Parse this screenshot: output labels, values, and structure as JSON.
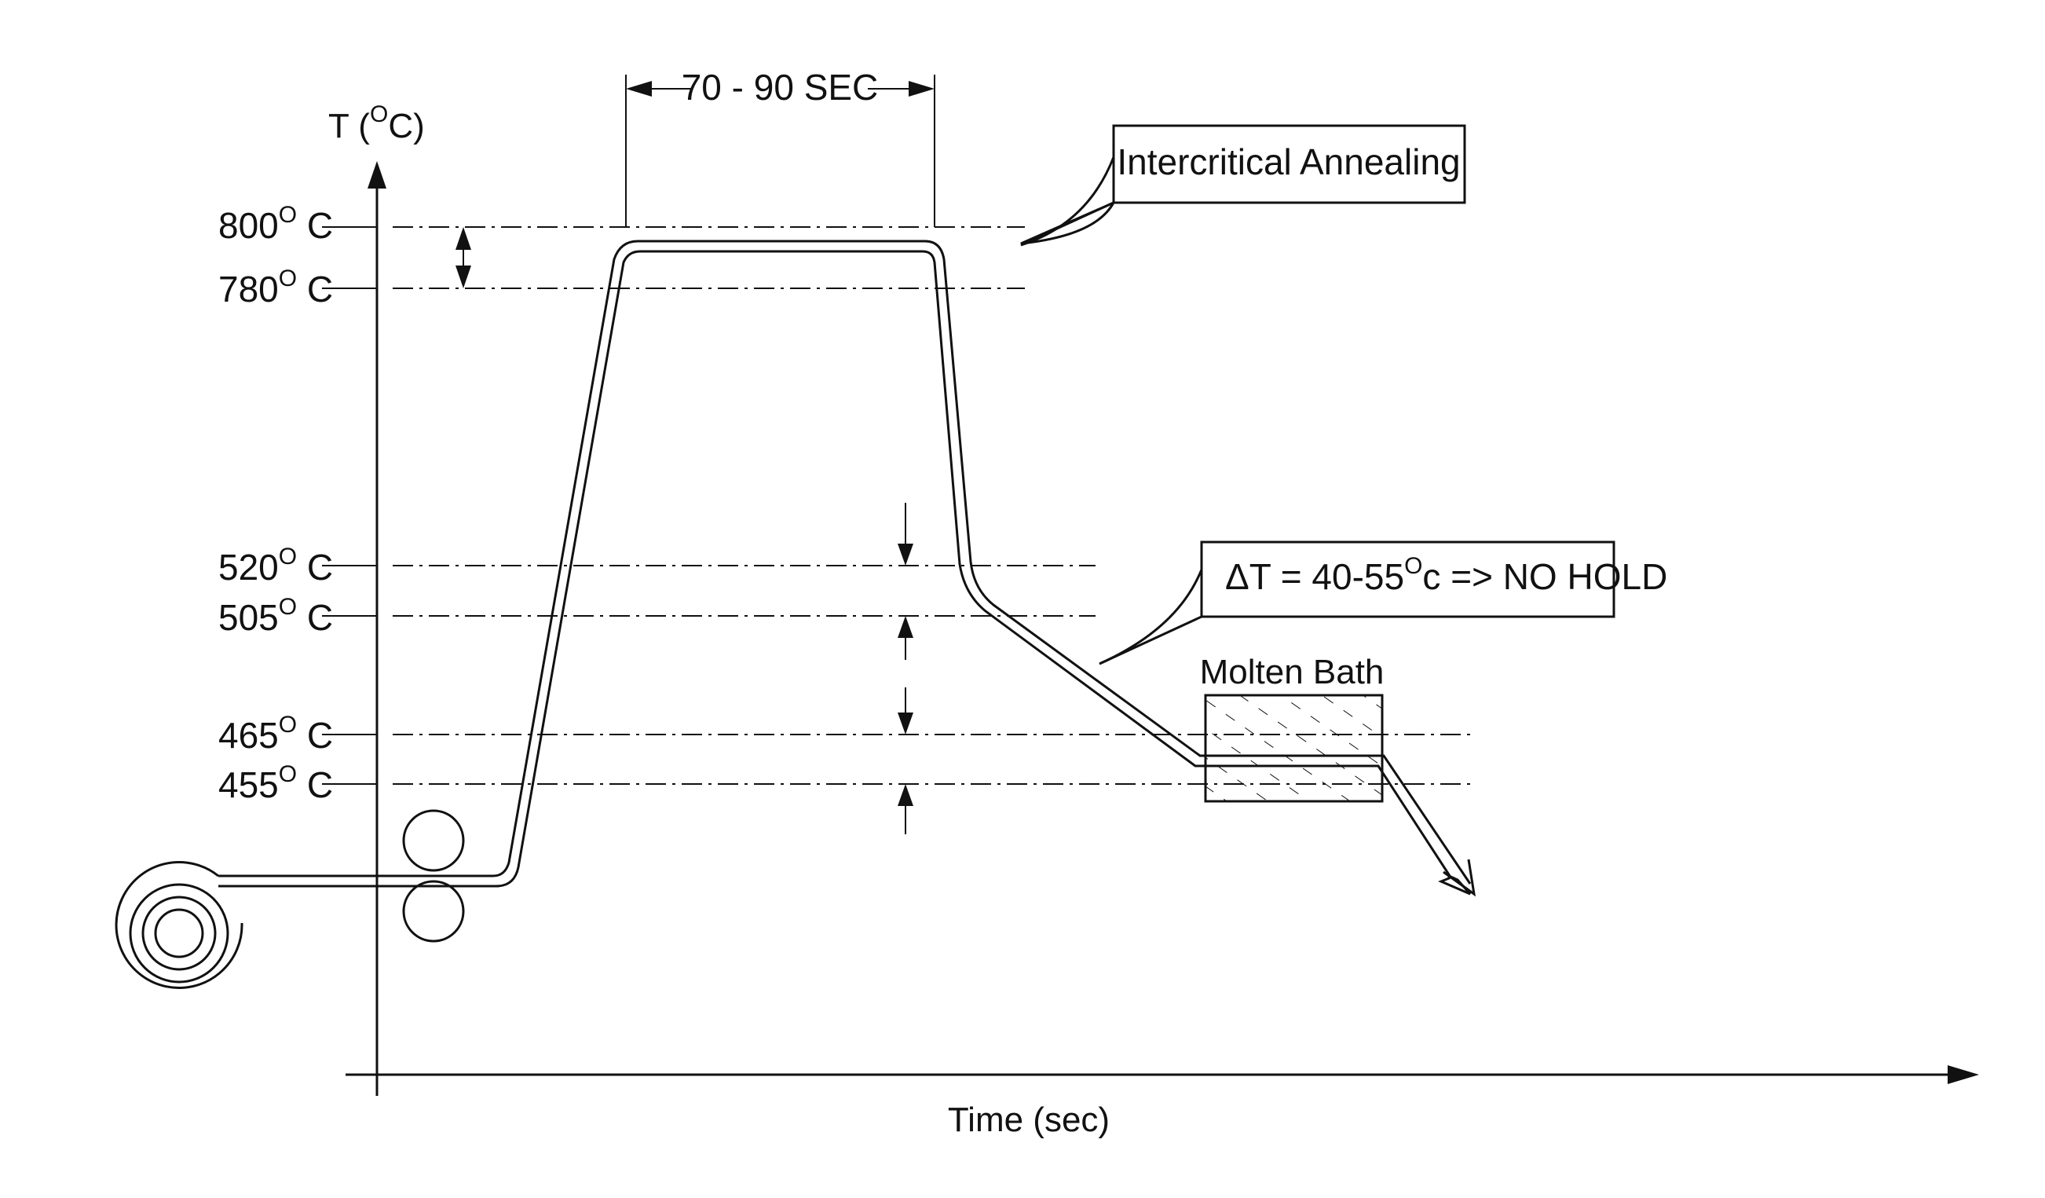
{
  "axes": {
    "y_label": "T (",
    "y_label_sup": "O",
    "y_label_end": "C)",
    "x_label": "Time (sec)"
  },
  "temperatures": [
    {
      "value": "800",
      "sup": "O",
      "unit": " C"
    },
    {
      "value": "780",
      "sup": "O",
      "unit": " C"
    },
    {
      "value": "520",
      "sup": "O",
      "unit": " C"
    },
    {
      "value": "505",
      "sup": "O",
      "unit": " C"
    },
    {
      "value": "465",
      "sup": "O",
      "unit": " C"
    },
    {
      "value": "455",
      "sup": "O",
      "unit": " C"
    }
  ],
  "duration_label": "70 - 90 SEC",
  "callouts": {
    "annealing": "Intercritical Annealing",
    "delta_pre": "ΔT = 40-55",
    "delta_sup": "O",
    "delta_post": "c => NO HOLD"
  },
  "bath_label": "Molten Bath",
  "colors": {
    "line": "#111111",
    "background": "#ffffff"
  }
}
